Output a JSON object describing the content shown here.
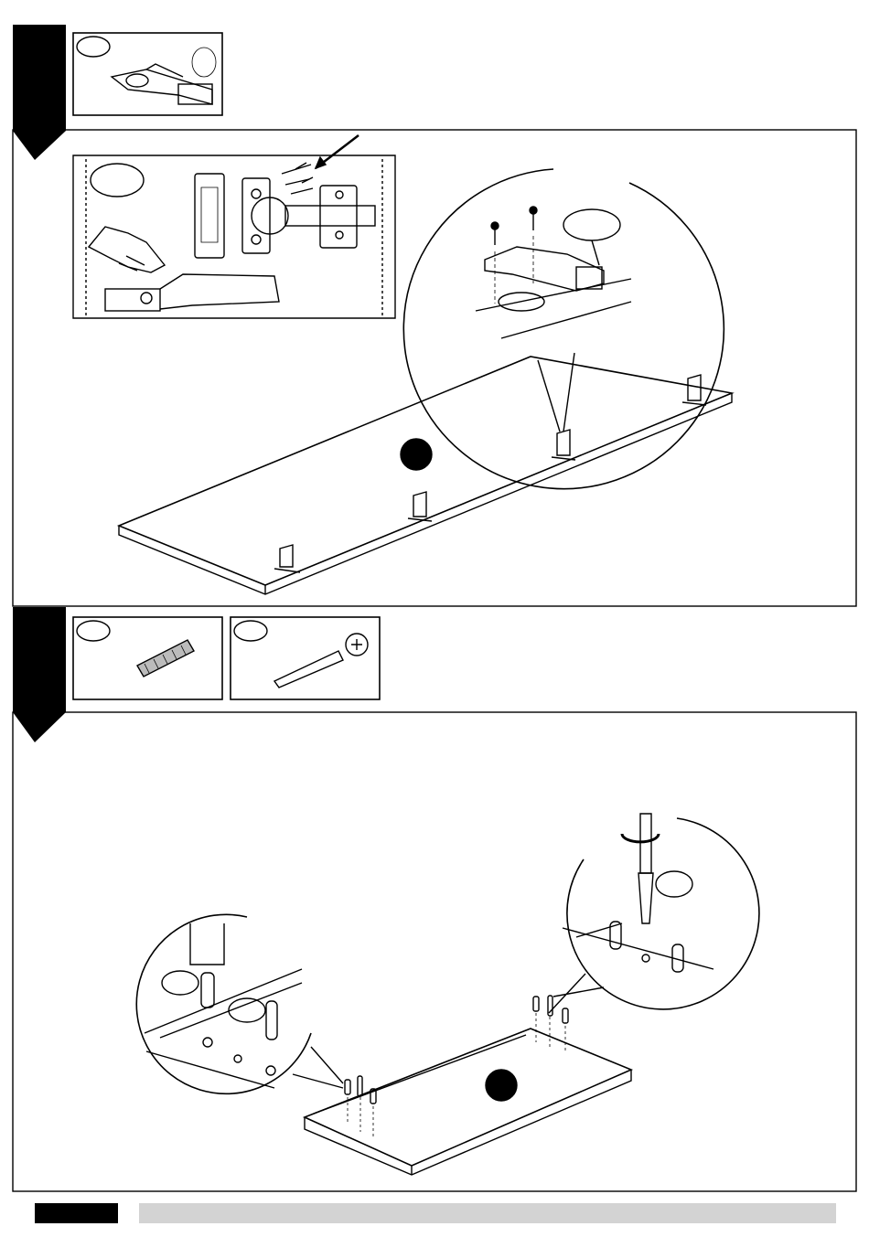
{
  "steps": [
    {
      "parts": [
        "hinge-part"
      ],
      "callouts": [
        "hinge-callout",
        "screw-callout",
        "part-callout"
      ]
    },
    {
      "parts": [
        "wooden-dowel-part",
        "cam-bolt-part"
      ],
      "callouts": [
        "dowel-callout",
        "cam-bolt-callout",
        "bolt-callout"
      ]
    }
  ],
  "colors": {
    "ink": "#000000",
    "footer_bar": "#d3d3d3",
    "marker": "#1a1a1a"
  }
}
